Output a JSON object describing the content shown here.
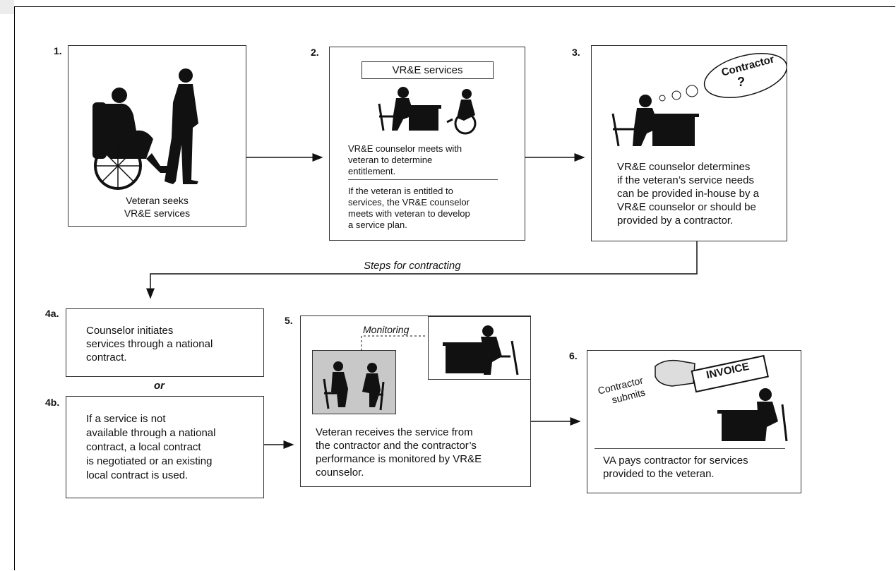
{
  "steps": {
    "s1": {
      "num": "1.",
      "text1": "Veteran seeks",
      "text2": "VR&E services"
    },
    "s2": {
      "num": "2.",
      "label": "VR&E services",
      "text_a1": "VR&E counselor meets with",
      "text_a2": "veteran to determine",
      "text_a3": "entitlement.",
      "text_b1": "If the veteran is entitled to",
      "text_b2": "services, the VR&E counselor",
      "text_b3": "meets with veteran to develop",
      "text_b4": "a service plan."
    },
    "s3": {
      "num": "3.",
      "bubble1": "Contractor",
      "bubble2": "?",
      "t1": "VR&E counselor determines",
      "t2": "if the veteran’s service needs",
      "t3": "can be provided in-house by a",
      "t4": "VR&E counselor or should be",
      "t5": "provided  by a contractor."
    },
    "contracting_label": "Steps for contracting",
    "s4a": {
      "num": "4a.",
      "t1": "Counselor initiates",
      "t2": "services through a national",
      "t3": "contract."
    },
    "or": "or",
    "s4b": {
      "num": "4b.",
      "t1": "If a service is not",
      "t2": "available through a national",
      "t3": "contract, a local contract",
      "t4": "is negotiated or an existing",
      "t5": "local contract is used."
    },
    "s5": {
      "num": "5.",
      "monitoring": "Monitoring",
      "t1": "Veteran receives the service from",
      "t2": "the contractor and the contractor’s",
      "t3": "performance is monitored by VR&E",
      "t4": "counselor."
    },
    "s6": {
      "num": "6.",
      "sub1": "Contractor",
      "sub2": "submits",
      "invoice": "INVOICE",
      "t1": "VA pays contractor for services",
      "t2": "provided to the veteran."
    }
  },
  "colors": {
    "line": "#111111",
    "photo_bg": "#c8c8c8",
    "silhouette": "#111111"
  }
}
